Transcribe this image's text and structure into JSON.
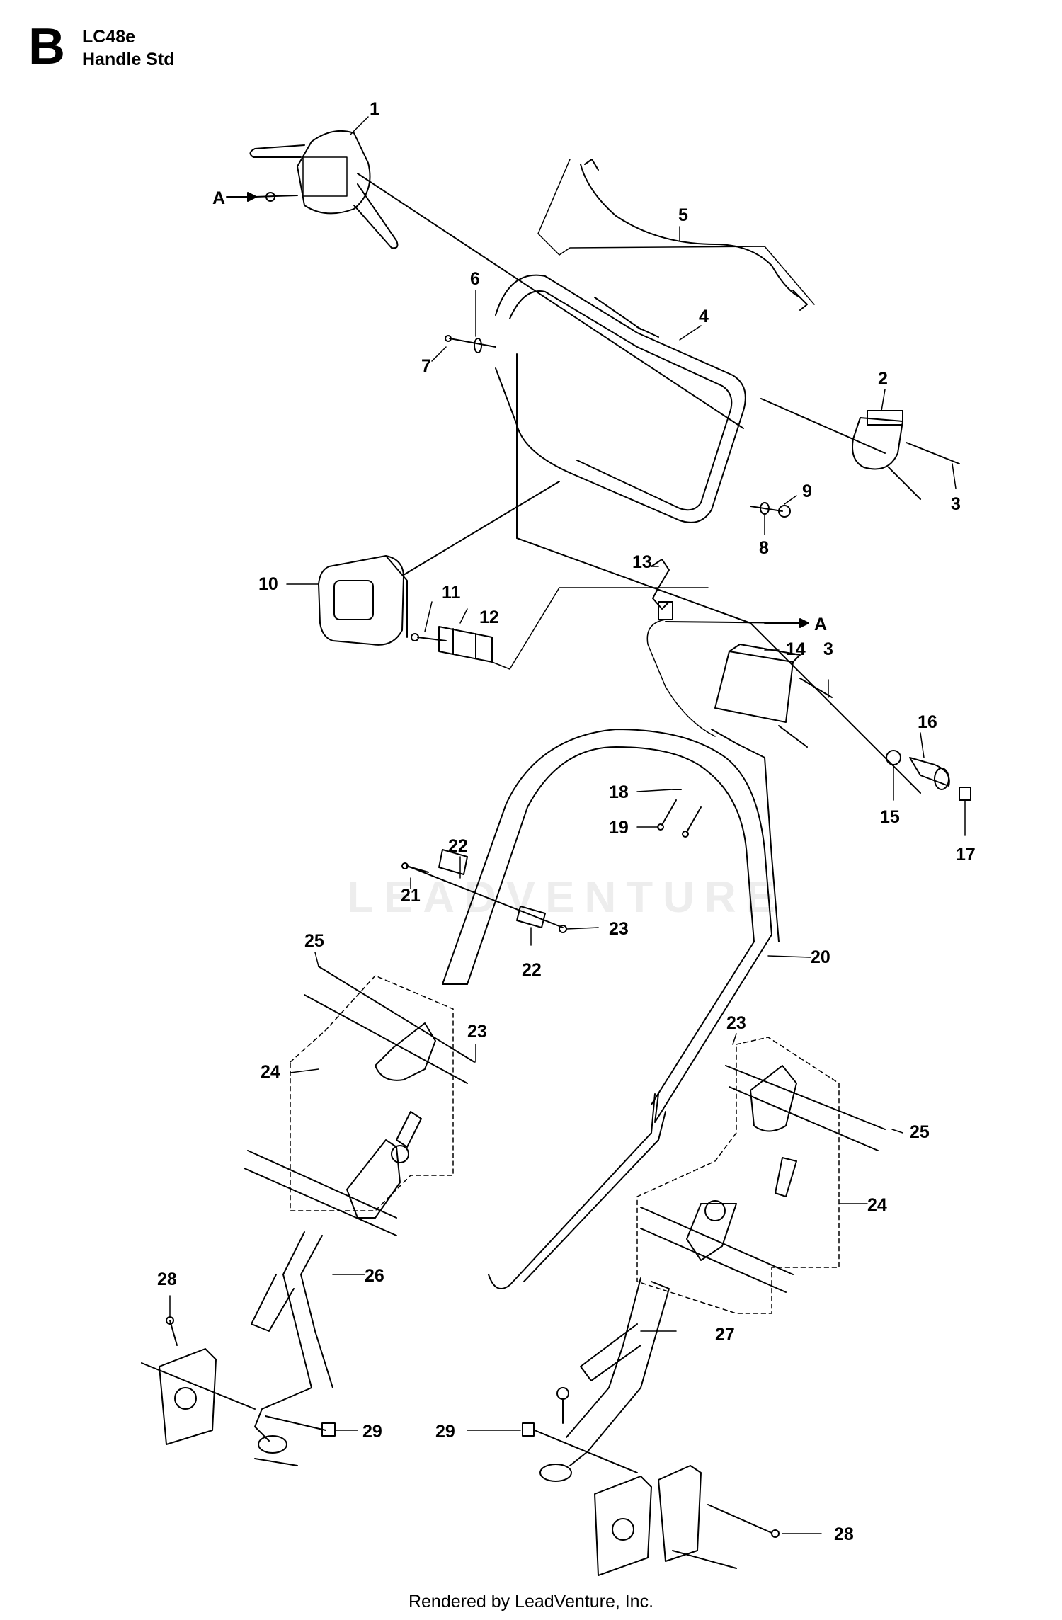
{
  "header": {
    "section_letter": "B",
    "model": "LC48e",
    "title": "Handle Std"
  },
  "watermark": "LEADVENTURE",
  "footer": "Rendered by LeadVenture, Inc.",
  "callouts": [
    {
      "id": "c1",
      "text": "1"
    },
    {
      "id": "c2",
      "text": "2"
    },
    {
      "id": "c3a",
      "text": "3"
    },
    {
      "id": "c3b",
      "text": "3"
    },
    {
      "id": "c4",
      "text": "4"
    },
    {
      "id": "c5",
      "text": "5"
    },
    {
      "id": "c6",
      "text": "6"
    },
    {
      "id": "c7",
      "text": "7"
    },
    {
      "id": "c8",
      "text": "8"
    },
    {
      "id": "c9",
      "text": "9"
    },
    {
      "id": "c10",
      "text": "10"
    },
    {
      "id": "c11",
      "text": "11"
    },
    {
      "id": "c12",
      "text": "12"
    },
    {
      "id": "c13",
      "text": "13"
    },
    {
      "id": "c14",
      "text": "14"
    },
    {
      "id": "c15",
      "text": "15"
    },
    {
      "id": "c16",
      "text": "16"
    },
    {
      "id": "c17",
      "text": "17"
    },
    {
      "id": "c18",
      "text": "18"
    },
    {
      "id": "c19",
      "text": "19"
    },
    {
      "id": "c20",
      "text": "20"
    },
    {
      "id": "c21",
      "text": "21"
    },
    {
      "id": "c22a",
      "text": "22"
    },
    {
      "id": "c22b",
      "text": "22"
    },
    {
      "id": "c23a",
      "text": "23"
    },
    {
      "id": "c23b",
      "text": "23"
    },
    {
      "id": "c23c",
      "text": "23"
    },
    {
      "id": "c24a",
      "text": "24"
    },
    {
      "id": "c24b",
      "text": "24"
    },
    {
      "id": "c25a",
      "text": "25"
    },
    {
      "id": "c25b",
      "text": "25"
    },
    {
      "id": "c26",
      "text": "26"
    },
    {
      "id": "c27",
      "text": "27"
    },
    {
      "id": "c28a",
      "text": "28"
    },
    {
      "id": "c28b",
      "text": "28"
    },
    {
      "id": "c29a",
      "text": "29"
    },
    {
      "id": "c29b",
      "text": "29"
    },
    {
      "id": "cA1",
      "text": "A"
    },
    {
      "id": "cA2",
      "text": "A"
    }
  ]
}
